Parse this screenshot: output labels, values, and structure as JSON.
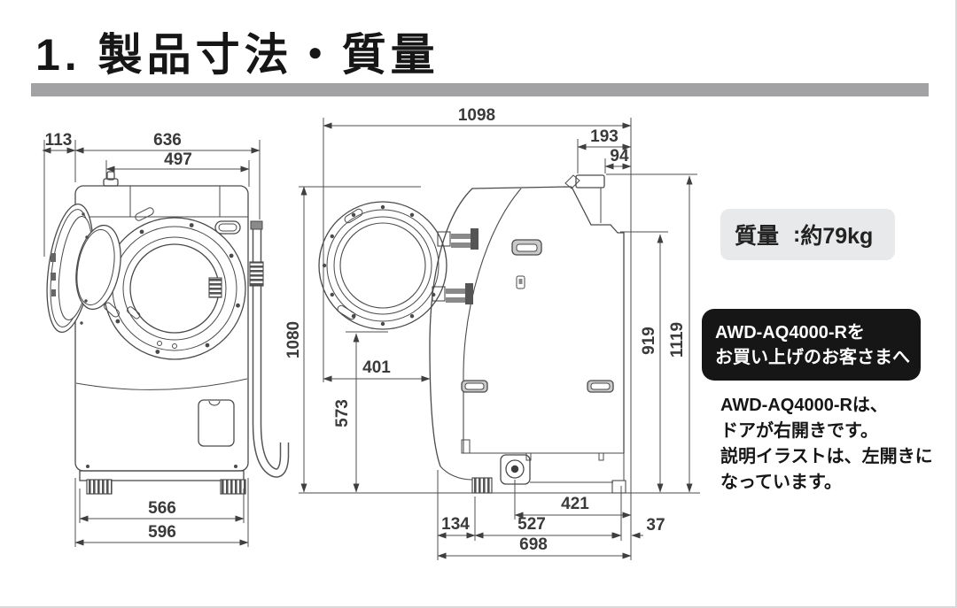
{
  "page": {
    "title": "1. 製品寸法・質量"
  },
  "weight_badge": {
    "label": "質量",
    "colon": ":",
    "value": "約79kg"
  },
  "notice_banner": {
    "line1": "AWD-AQ4000-Rを",
    "line2": "お買い上げのお客さまへ"
  },
  "notice_text": {
    "line1": "AWD-AQ4000-Rは、",
    "line2": "ドアが右開きです。",
    "line3": "説明イラストは、左開きに",
    "line4": "なっています。"
  },
  "front_view": {
    "dims": {
      "d113": "113",
      "d636": "636",
      "d497": "497",
      "d566": "566",
      "d596": "596"
    }
  },
  "side_view": {
    "dims": {
      "d1098": "1098",
      "d193": "193",
      "d94": "94",
      "d1080": "1080",
      "d401": "401",
      "d573": "573",
      "d919": "919",
      "d1119": "1119",
      "d134": "134",
      "d421": "421",
      "d527": "527",
      "d37": "37",
      "d698": "698"
    }
  }
}
